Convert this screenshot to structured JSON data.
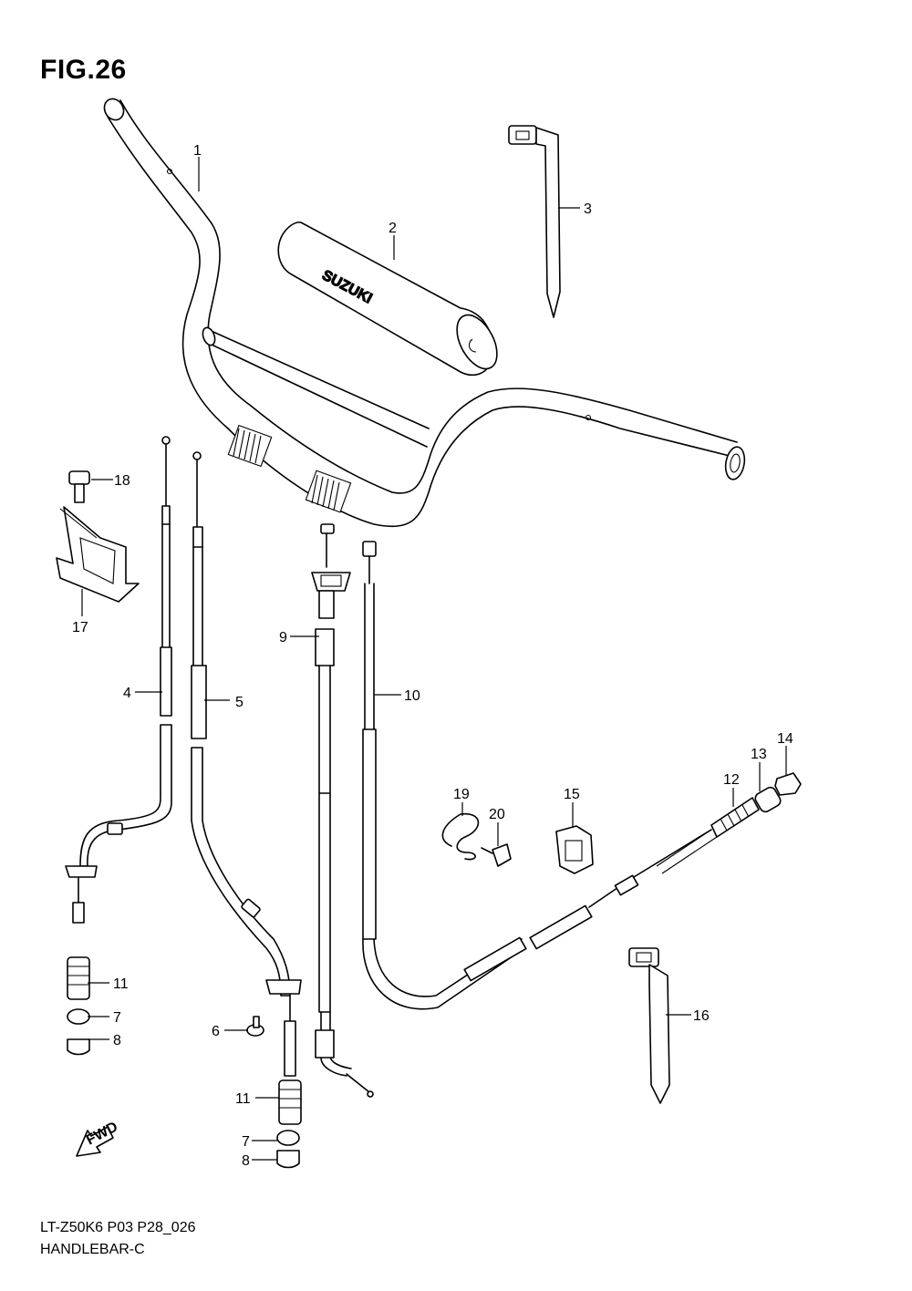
{
  "figure": {
    "title": "FIG.26",
    "code": "LT-Z50K6 P03 P28_026",
    "name": "HANDLEBAR-C",
    "grip_brand": "SUZUKI",
    "fwd_label": "FWD"
  },
  "callouts": [
    "1",
    "2",
    "3",
    "4",
    "5",
    "6",
    "7",
    "8",
    "9",
    "10",
    "11",
    "12",
    "13",
    "14",
    "15",
    "16",
    "17",
    "18",
    "19",
    "20"
  ],
  "callouts_dup": {
    "c7b": "7",
    "c8b": "8",
    "c11b": "11"
  }
}
